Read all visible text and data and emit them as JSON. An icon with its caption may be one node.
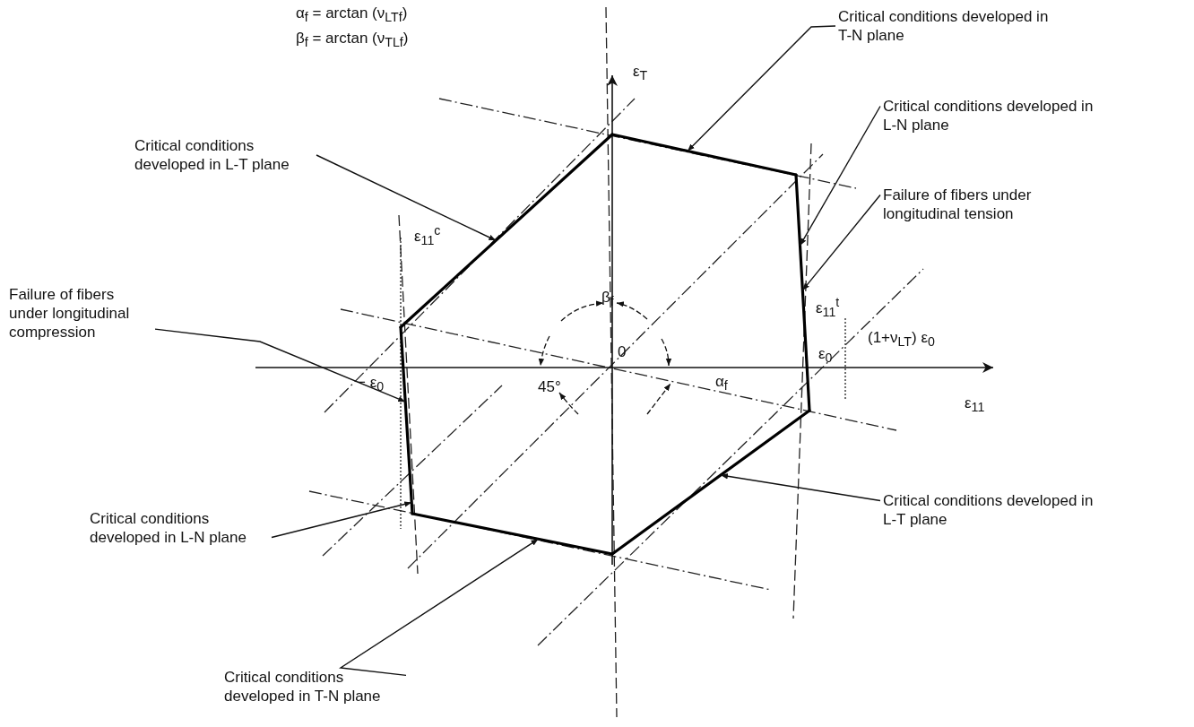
{
  "diagram": {
    "nodes": [
      {
        "text": [
          "Critical conditions developed in T-N plane"
        ]
      },
      {
        "text": [
          "Critical conditions developed in L-T plane"
        ]
      },
      {
        "text": [
          "Critical conditions developed in L-N plane"
        ]
      },
      {
        "text": [
          "Failure of fibers under longitudinal tension"
        ]
      },
      {
        "text": [
          "Failure of fibers under longitudinal compression"
        ]
      },
      {
        "text": [
          "Critical conditions developed in L-T plane"
        ]
      },
      {
        "text": [
          "Critical conditions developed in L-N plane"
        ]
      },
      {
        "text": [
          "Critical conditions developed in T-N plane"
        ]
      },
      {
        "text": [],
        "shape": "line"
      },
      {
        "text": [],
        "shape": "line"
      },
      {
        "text": [],
        "shape": "line"
      },
      {
        "text": [],
        "shape": "line"
      },
      {
        "text": [],
        "shape": "line"
      },
      {
        "text": [],
        "shape": "line"
      }
    ],
    "edges": [
      {
        "from": 0,
        "to": 9,
        "arrow": "to"
      },
      {
        "from": 1,
        "to": 8,
        "arrow": "to"
      },
      {
        "from": 2,
        "to": 10,
        "arrow": "to"
      },
      {
        "from": 3,
        "to": 10,
        "arrow": "to"
      },
      {
        "from": 4,
        "to": 13,
        "arrow": "to"
      },
      {
        "from": 5,
        "to": 11,
        "arrow": "to"
      },
      {
        "from": 6,
        "to": 13,
        "arrow": "to"
      },
      {
        "from": 7,
        "to": 12,
        "arrow": "to"
      }
    ],
    "labels": [
      "α$_{f}$ = arctan (ν$_{LTf}$)",
      "β$_{f}$ = arctan (ν$_{TLf}$)",
      "ε$_{T}$",
      "ε$_{11}$$^{c}$",
      "β$_{f}$",
      "0",
      "ε$_{11}$$^{t}$",
      "(1+ν$_{LT}$) ε$_{0}$",
      "ε$_{0}$",
      "− ε$_{0}$",
      "45°",
      "α$_{f}$",
      "ε$_{11}$"
    ]
  }
}
